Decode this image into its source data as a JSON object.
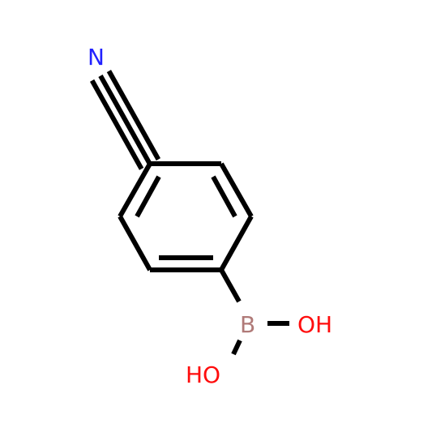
{
  "molecule": {
    "atoms": {
      "nitrogen": {
        "label": "N",
        "color": "#2222ff"
      },
      "boron": {
        "label": "B",
        "color": "#b07a78"
      },
      "hydroxyl_right": {
        "label": "OH",
        "color": "#ff0d0d"
      },
      "hydroxyl_bottom": {
        "label": "HO",
        "color": "#ff0d0d"
      }
    },
    "bond_color": "#000000",
    "background": "#ffffff"
  }
}
